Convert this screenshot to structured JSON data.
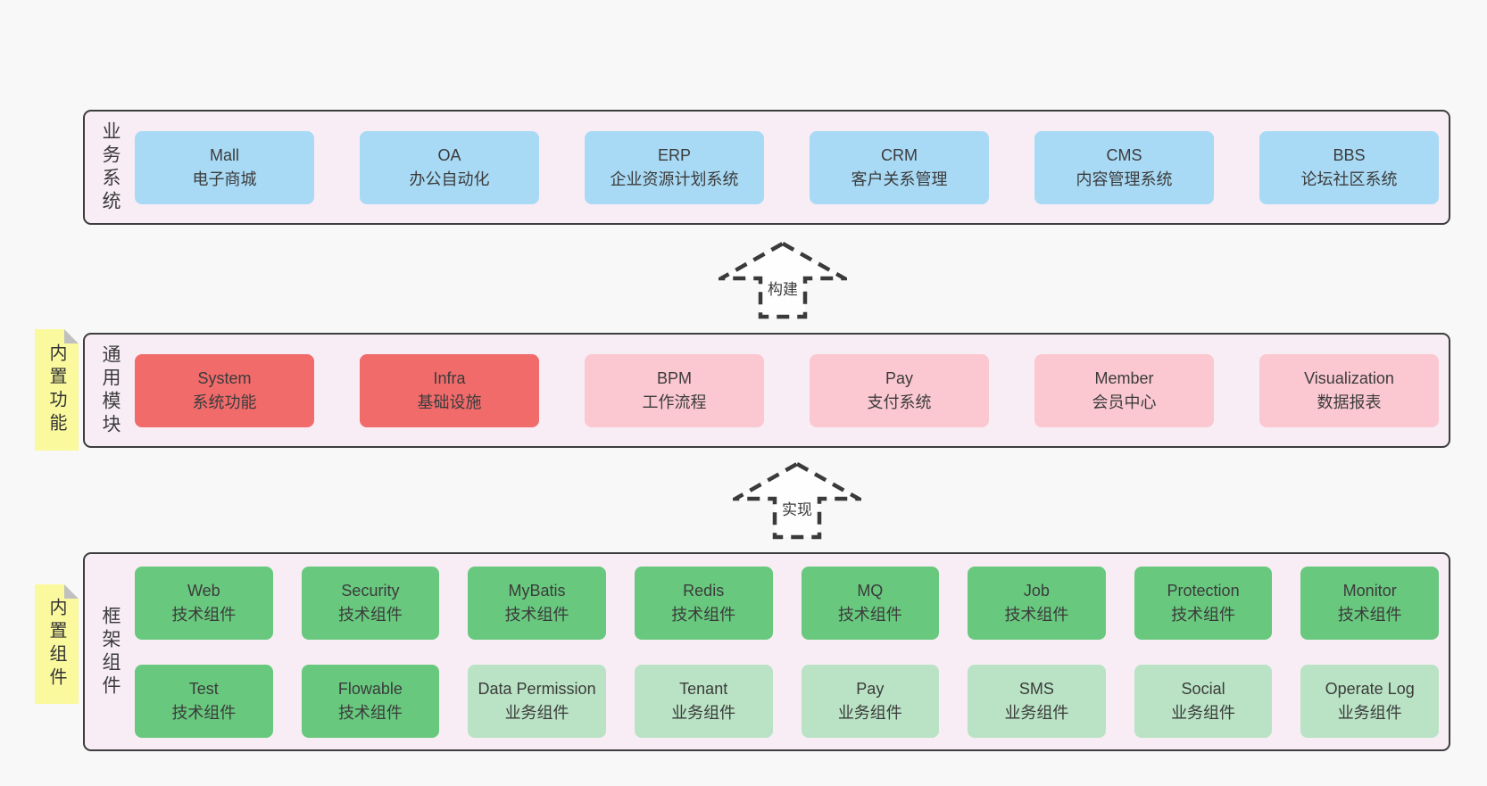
{
  "colors": {
    "page_bg": "#f8f8f8",
    "panel_bg": "#f8edf5",
    "panel_border": "#3d3d3d",
    "text": "#3b3b3b",
    "blue_box": "#a9daf5",
    "red_box": "#f16b6b",
    "pink_box": "#fbc8d2",
    "green_box": "#68c87e",
    "light_green_box": "#b9e3c4",
    "sticky_yellow": "#fbf99e",
    "sticky_fold_gray": "#c0c0c0"
  },
  "arrows": [
    {
      "label": "构建"
    },
    {
      "label": "实现"
    }
  ],
  "sections": {
    "business": {
      "label": "业务系统",
      "boxes": [
        {
          "en": "Mall",
          "zh": "电子商城"
        },
        {
          "en": "OA",
          "zh": "办公自动化"
        },
        {
          "en": "ERP",
          "zh": "企业资源计划系统"
        },
        {
          "en": "CRM",
          "zh": "客户关系管理"
        },
        {
          "en": "CMS",
          "zh": "内容管理系统"
        },
        {
          "en": "BBS",
          "zh": "论坛社区系统"
        }
      ]
    },
    "modules": {
      "label": "通用模块",
      "sticky": "内置功能",
      "boxes": [
        {
          "en": "System",
          "zh": "系统功能"
        },
        {
          "en": "Infra",
          "zh": "基础设施"
        },
        {
          "en": "BPM",
          "zh": "工作流程"
        },
        {
          "en": "Pay",
          "zh": "支付系统"
        },
        {
          "en": "Member",
          "zh": "会员中心"
        },
        {
          "en": "Visualization",
          "zh": "数据报表"
        }
      ]
    },
    "framework": {
      "label": "框架组件",
      "sticky": "内置组件",
      "row1": [
        {
          "en": "Web",
          "zh": "技术组件"
        },
        {
          "en": "Security",
          "zh": "技术组件"
        },
        {
          "en": "MyBatis",
          "zh": "技术组件"
        },
        {
          "en": "Redis",
          "zh": "技术组件"
        },
        {
          "en": "MQ",
          "zh": "技术组件"
        },
        {
          "en": "Job",
          "zh": "技术组件"
        },
        {
          "en": "Protection",
          "zh": "技术组件"
        },
        {
          "en": "Monitor",
          "zh": "技术组件"
        }
      ],
      "row2": [
        {
          "en": "Test",
          "zh": "技术组件"
        },
        {
          "en": "Flowable",
          "zh": "技术组件"
        },
        {
          "en": "Data Permission",
          "zh": "业务组件"
        },
        {
          "en": "Tenant",
          "zh": "业务组件"
        },
        {
          "en": "Pay",
          "zh": "业务组件"
        },
        {
          "en": "SMS",
          "zh": "业务组件"
        },
        {
          "en": "Social",
          "zh": "业务组件"
        },
        {
          "en": "Operate Log",
          "zh": "业务组件"
        }
      ]
    }
  }
}
